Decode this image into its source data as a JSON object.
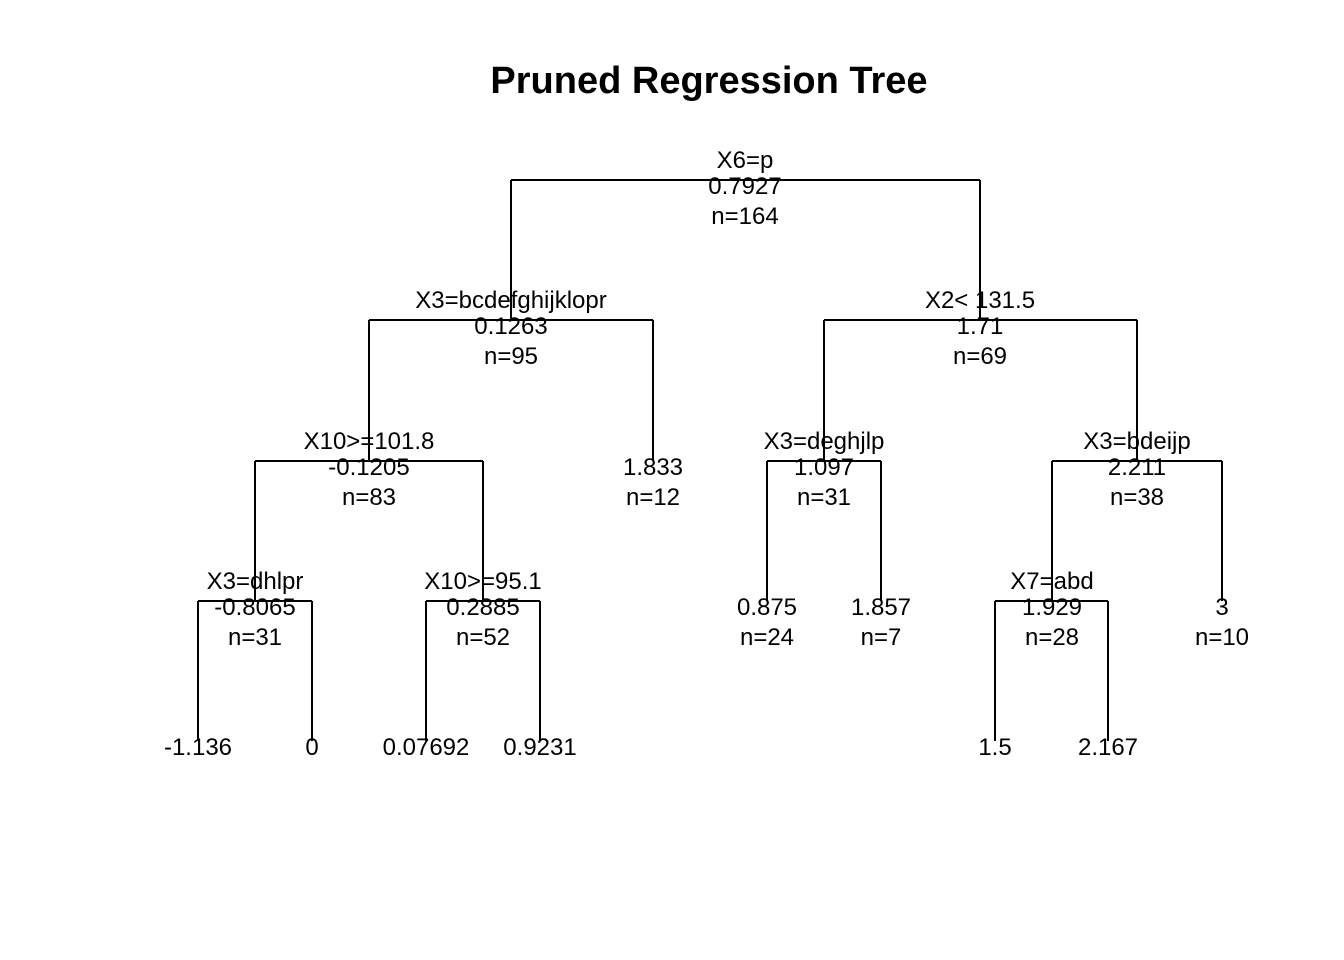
{
  "title": "Pruned Regression Tree",
  "tree": {
    "split": "X6=p",
    "mean": "0.7927",
    "n": "n=164",
    "left": {
      "split": "X3=bcdefghijklopr",
      "mean": "0.1263",
      "n": "n=95",
      "left": {
        "split": "X10>=101.8",
        "mean": "-0.1205",
        "n": "n=83",
        "left": {
          "split": "X3=dhlpr",
          "mean": "-0.8065",
          "n": "n=31",
          "left": {
            "mean": "-1.136"
          },
          "right": {
            "mean": "0"
          }
        },
        "right": {
          "split": "X10>=95.1",
          "mean": "0.2885",
          "n": "n=52",
          "left": {
            "mean": "0.07692"
          },
          "right": {
            "mean": "0.9231"
          }
        }
      },
      "right": {
        "mean": "1.833",
        "n": "n=12"
      }
    },
    "right": {
      "split": "X2< 131.5",
      "mean": "1.71",
      "n": "n=69",
      "left": {
        "split": "X3=deghjlp",
        "mean": "1.097",
        "n": "n=31",
        "left": {
          "mean": "0.875",
          "n": "n=24"
        },
        "right": {
          "mean": "1.857",
          "n": "n=7"
        }
      },
      "right": {
        "split": "X3=bdeijp",
        "mean": "2.211",
        "n": "n=38",
        "left": {
          "split": "X7=abd",
          "mean": "1.929",
          "n": "n=28",
          "left": {
            "mean": "1.5"
          },
          "right": {
            "mean": "2.167"
          }
        },
        "right": {
          "mean": "3",
          "n": "n=10"
        }
      }
    }
  }
}
